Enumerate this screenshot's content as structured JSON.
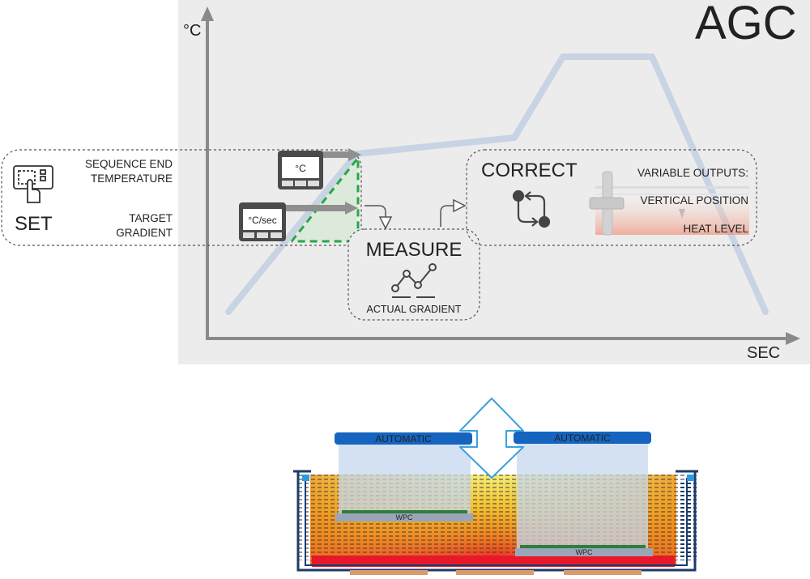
{
  "title": "AGC",
  "axes": {
    "y_label": "°C",
    "x_label": "SEC"
  },
  "set_panel": {
    "label": "SET",
    "end_temp_label": [
      "SEQUENCE END",
      "TEMPERATURE"
    ],
    "gradient_label": [
      "TARGET",
      "GRADIENT"
    ],
    "temp_display": "°C",
    "gradient_display": "°C/sec"
  },
  "measure_panel": {
    "title": "MEASURE",
    "caption": "ACTUAL GRADIENT"
  },
  "correct_panel": {
    "title": "CORRECT",
    "outputs_label": "VARIABLE OUTPUTS:",
    "vertical_position_label": "VERTICAL POSITION",
    "heat_level_label": "HEAT LEVEL"
  },
  "furnace": {
    "left_heater_label": "AUTOMATIC",
    "right_heater_label": "AUTOMATIC",
    "left_part_label": "WPC",
    "right_part_label": "WPC"
  },
  "colors": {
    "panel_bg": "#ececec",
    "profile_line": "#c8d4e4",
    "target_dash": "#28a745",
    "heater_blue": "#1565c0",
    "heat_red": "#e8182a",
    "heat_yellow": "#f3e03a"
  }
}
